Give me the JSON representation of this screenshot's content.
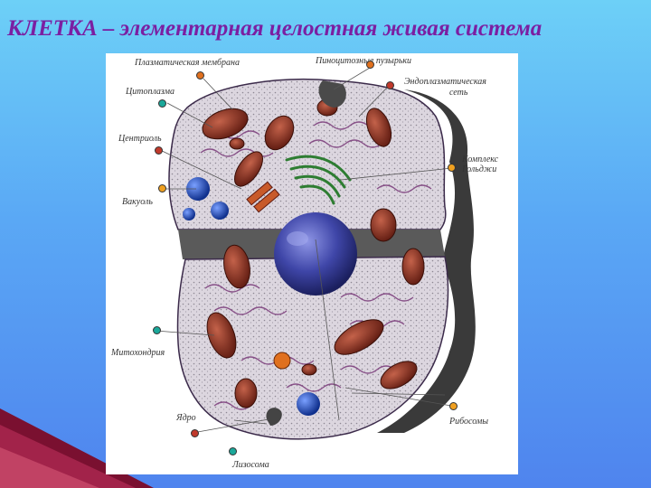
{
  "slide": {
    "title": "КЛЕТКА – элементарная целостная живая система"
  },
  "diagram": {
    "labels": {
      "plasma_membrane": "Плазматическая мембрана",
      "pinocytotic_vesicles": "Пиноцитозные пузырьки",
      "er_line1": "Эндоплазматическая",
      "er_line2": "сеть",
      "cytoplasm": "Цитоплазма",
      "centriole": "Центриоль",
      "golgi_line1": "Комплекс",
      "golgi_line2": "Гольджи",
      "vacuole": "Вакуоль",
      "mitochondria": "Митохондрия",
      "nucleus": "Ядро",
      "ribosomes": "Рибосомы",
      "lysosome": "Лизосома"
    }
  },
  "colors": {
    "title": "#7b1fa2",
    "cytoplasm": "#d9d3dc",
    "mitochondria": "#8a2e1e",
    "nucleus": "#3a3f9e",
    "golgi": "#2e7d32",
    "er": "#7a3a7a",
    "shadow": "#3a3a3a",
    "vacuole": "#1e4fb5",
    "decor_corner": "#7a1030"
  }
}
